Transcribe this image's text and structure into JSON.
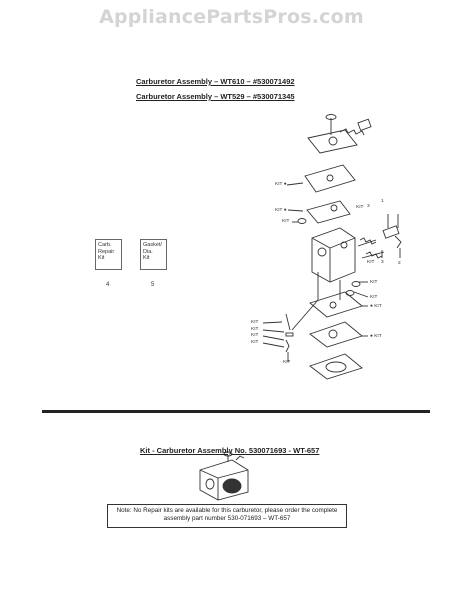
{
  "watermark": "AppliancePartsPros.com",
  "titles": {
    "assembly_1": "Carburetor Assembly – WT610 – #530071492",
    "assembly_2": "Carburetor Assembly – WT529 – #530071345",
    "kit_assembly": "Kit - Carburetor Assembly No. 530071693 - WT-657"
  },
  "kit_boxes": [
    {
      "lines": [
        "Carb.",
        "Repair",
        "Kit"
      ],
      "number": "4"
    },
    {
      "lines": [
        "Gasket/",
        "Dia.",
        "Kit"
      ],
      "number": "5"
    }
  ],
  "callouts": {
    "kit": "KIT",
    "kit_bullet": "KIT ●",
    "bullet_kit": "● KIT",
    "n1": "1",
    "n2": "2",
    "n3": "3"
  },
  "note": "Note: No Repair kits are available for this carburetor, please order the complete assembly part number 530-071693 – WT-657"
}
